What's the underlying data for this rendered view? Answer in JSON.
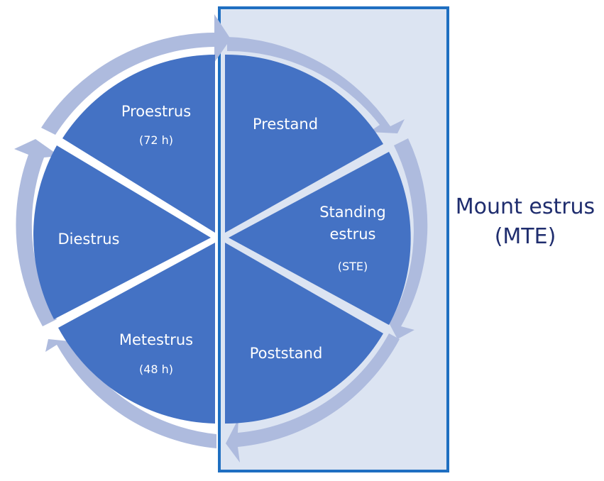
{
  "segments": [
    {
      "id": "proestrus",
      "label": "Proestrus",
      "sub": "(72 h)"
    },
    {
      "id": "prestand",
      "label": "Prestand",
      "sub": ""
    },
    {
      "id": "standing",
      "label_line1": "Standing",
      "label_line2": "estrus",
      "sub": "(STE)"
    },
    {
      "id": "poststand",
      "label": "Poststand",
      "sub": ""
    },
    {
      "id": "metestrus",
      "label": "Metestrus",
      "sub": "(48 h)"
    },
    {
      "id": "diestrus",
      "label": "Diestrus",
      "sub": ""
    }
  ],
  "highlight": {
    "label_line1": "Mount estrus",
    "label_line2": "(MTE)"
  },
  "colors": {
    "segment_fill": "#4472c4",
    "arrow_fill": "#aebbde",
    "highlight_fill": "#dce4f2",
    "highlight_stroke": "#1f6fc1",
    "side_text": "#1f2d6e"
  }
}
